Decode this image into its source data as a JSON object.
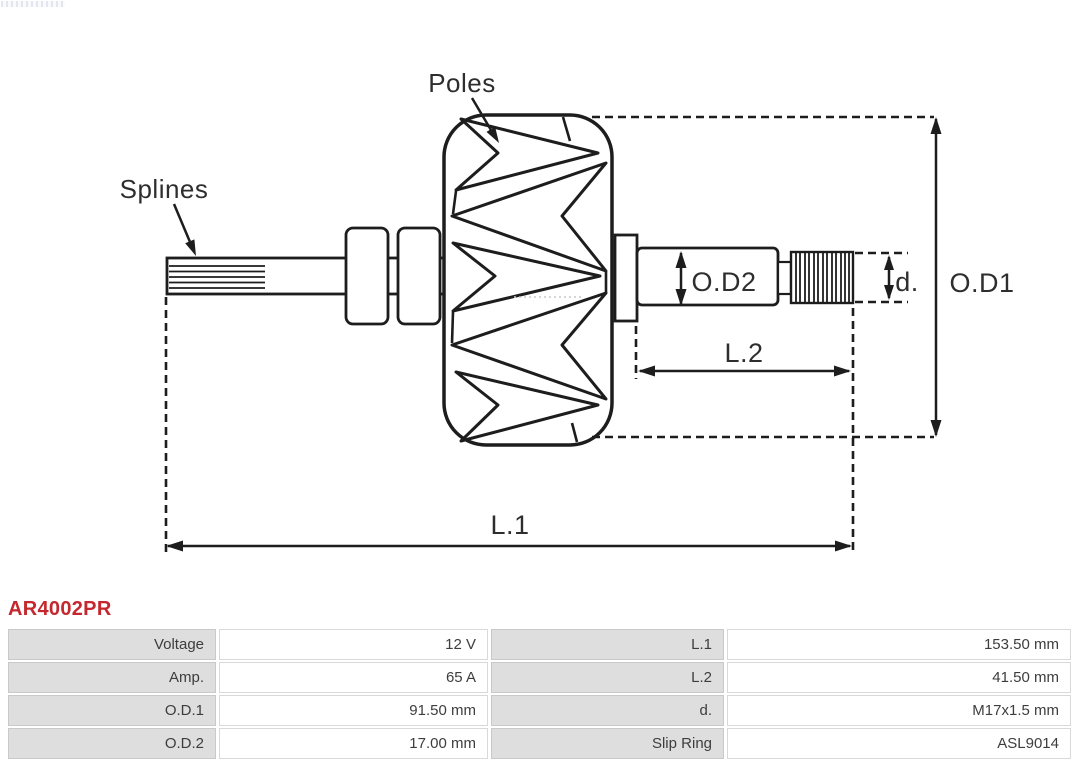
{
  "watermark": {
    "name": "as-pl-logo-watermark"
  },
  "diagram": {
    "labels": {
      "poles": "Poles",
      "splines": "Splines",
      "od2": "O.D2",
      "d_small": "d.",
      "od1": "O.D1",
      "l2": "L.2",
      "l1": "L.1"
    },
    "line_color": "#1d1d1d",
    "label_text_color": "#2e2e2e"
  },
  "product_code": {
    "text": "AR4002PR",
    "color": "#c4282e"
  },
  "spec_table": {
    "label_cell_bg": "#dedede",
    "value_cell_bg": "#ffffff",
    "text_color": "#3d3d3d",
    "rows": [
      {
        "c1": "Voltage",
        "c2": "12 V",
        "c3": "L.1",
        "c4": "153.50 mm"
      },
      {
        "c1": "Amp.",
        "c2": "65 A",
        "c3": "L.2",
        "c4": "41.50 mm"
      },
      {
        "c1": "O.D.1",
        "c2": "91.50 mm",
        "c3": "d.",
        "c4": "M17x1.5 mm"
      },
      {
        "c1": "O.D.2",
        "c2": "17.00 mm",
        "c3": "Slip Ring",
        "c4": "ASL9014"
      }
    ]
  }
}
